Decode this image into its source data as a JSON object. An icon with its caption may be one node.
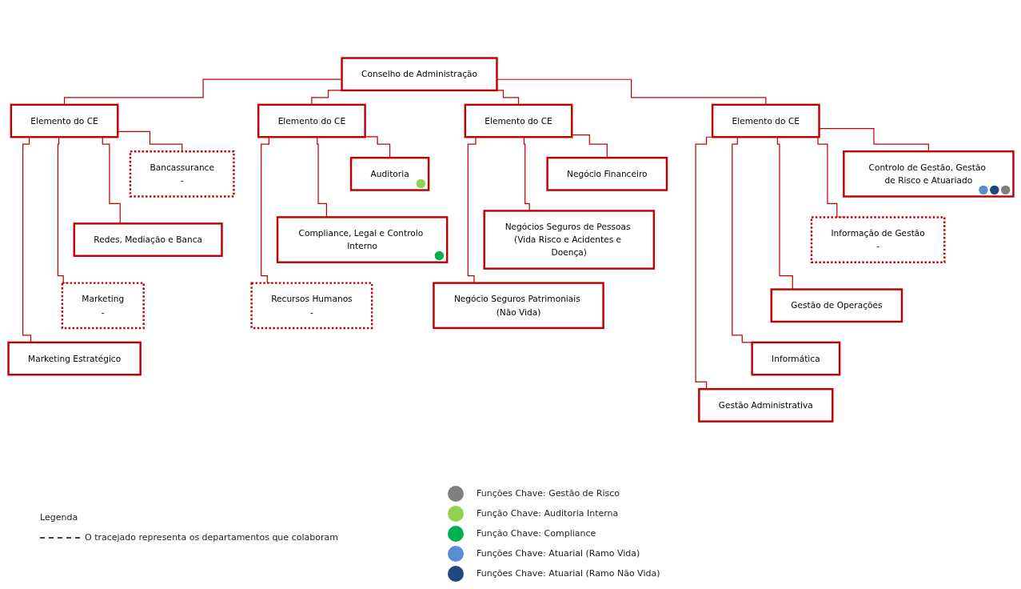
{
  "diagram": {
    "nodes": [
      {
        "text": [
          "Conselho de Administração"
        ]
      },
      {
        "text": [
          "Elemento do CE"
        ]
      },
      {
        "text": [
          "Bancassurance",
          "-"
        ]
      },
      {
        "text": [
          "Redes, Mediação e Banca"
        ]
      },
      {
        "text": [
          "Marketing",
          "-"
        ]
      },
      {
        "text": [
          "Marketing Estratégico"
        ]
      },
      {
        "text": [
          "Elemento do CE"
        ]
      },
      {
        "text": [
          "Controlo de Gestão, Gestão de Risco e Atuariado"
        ]
      },
      {
        "text": [
          "Informação de Gestão",
          "-"
        ]
      },
      {
        "text": [
          "Gestão de Operações"
        ]
      },
      {
        "text": [
          "Informática"
        ]
      },
      {
        "text": [
          "Gestão Administrativa"
        ]
      },
      {
        "text": [
          "Elemento do CE"
        ]
      },
      {
        "text": [
          "Auditoria"
        ]
      },
      {
        "text": [
          "Compliance, Legal e Controlo Interno"
        ]
      },
      {
        "text": [
          "Recursos Humanos",
          "-"
        ]
      },
      {
        "text": [
          "Elemento do CE"
        ]
      },
      {
        "text": [
          "Negócio Financeiro"
        ]
      },
      {
        "text": [
          "Negócios Seguros de Pessoas (Vida Risco e Acidentes e Doença)"
        ]
      },
      {
        "text": [
          "Negócio Seguros Patrimoniais (Não Vida)"
        ]
      }
    ],
    "edges": [
      {
        "from": 0,
        "to": 1,
        "arrow": "none"
      },
      {
        "from": 0,
        "to": 6,
        "arrow": "none"
      },
      {
        "from": 0,
        "to": 12,
        "arrow": "none"
      },
      {
        "from": 0,
        "to": 16,
        "arrow": "none"
      },
      {
        "from": 1,
        "to": 2,
        "arrow": "none"
      },
      {
        "from": 1,
        "to": 3,
        "arrow": "none"
      },
      {
        "from": 1,
        "to": 4,
        "arrow": "none"
      },
      {
        "from": 1,
        "to": 5,
        "arrow": "none"
      },
      {
        "from": 6,
        "to": 7,
        "arrow": "none"
      },
      {
        "from": 6,
        "to": 8,
        "arrow": "none"
      },
      {
        "from": 6,
        "to": 9,
        "arrow": "none"
      },
      {
        "from": 6,
        "to": 10,
        "arrow": "none"
      },
      {
        "from": 6,
        "to": 11,
        "arrow": "none"
      },
      {
        "from": 12,
        "to": 13,
        "arrow": "none"
      },
      {
        "from": 12,
        "to": 14,
        "arrow": "none"
      },
      {
        "from": 12,
        "to": 15,
        "arrow": "none"
      },
      {
        "from": 16,
        "to": 17,
        "arrow": "none"
      },
      {
        "from": 16,
        "to": 18,
        "arrow": "none"
      },
      {
        "from": 16,
        "to": 19,
        "arrow": "none"
      }
    ],
    "labels": [
      "Legenda"
    ],
    "legend": [
      {
        "text": "Funções Chave: Gestão de Risco",
        "color": "#7f7f7f"
      },
      {
        "text": "Função Chave: Auditoria Interna",
        "color": "#92d050"
      },
      {
        "text": "Função Chave: Compliance",
        "color": "#00b050"
      },
      {
        "text": "Funções Chave: Atuarial (Ramo Vida)",
        "color": "#558ed5"
      },
      {
        "text": "Funções Chave: Atuarial (Ramo Não Vida)",
        "color": "#1f497d"
      },
      {
        "text": "O tracejado representa os departamentos que colaboram"
      }
    ]
  }
}
